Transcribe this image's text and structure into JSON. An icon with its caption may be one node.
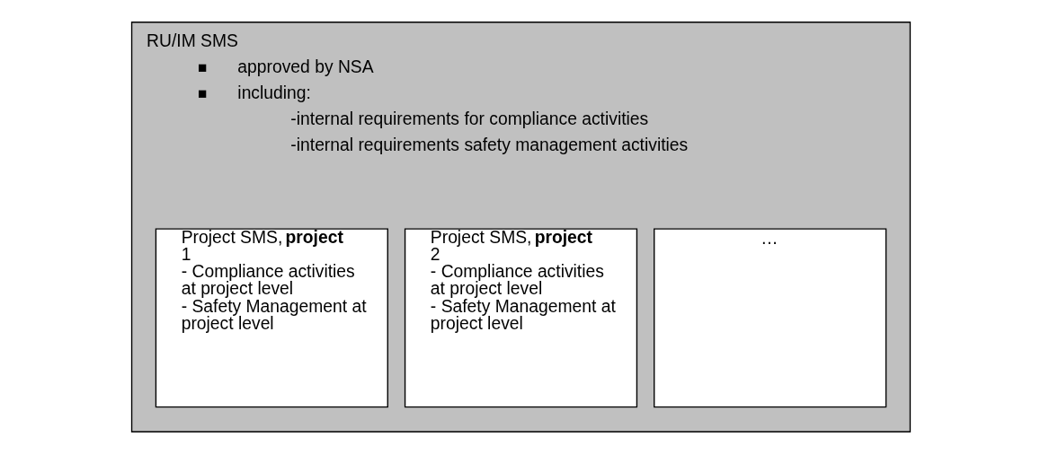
{
  "diagram": {
    "nodes": [
      {
        "text": [
          "RU/IM SMS",
          "approved by NSA",
          "including:",
          "-internal requirements for compliance activities",
          "-internal requirements safety management activities"
        ]
      },
      {
        "text": [
          "Project SMS, **project 1**",
          "- Compliance activities at project level",
          "- Safety Management at project level"
        ],
        "in": 0
      },
      {
        "text": [
          "Project SMS, **project 2**",
          "- Compliance activities at project level",
          "- Safety Management at project level"
        ],
        "in": 0
      },
      {
        "text": [
          "…"
        ],
        "in": 0
      }
    ],
    "edges": []
  }
}
